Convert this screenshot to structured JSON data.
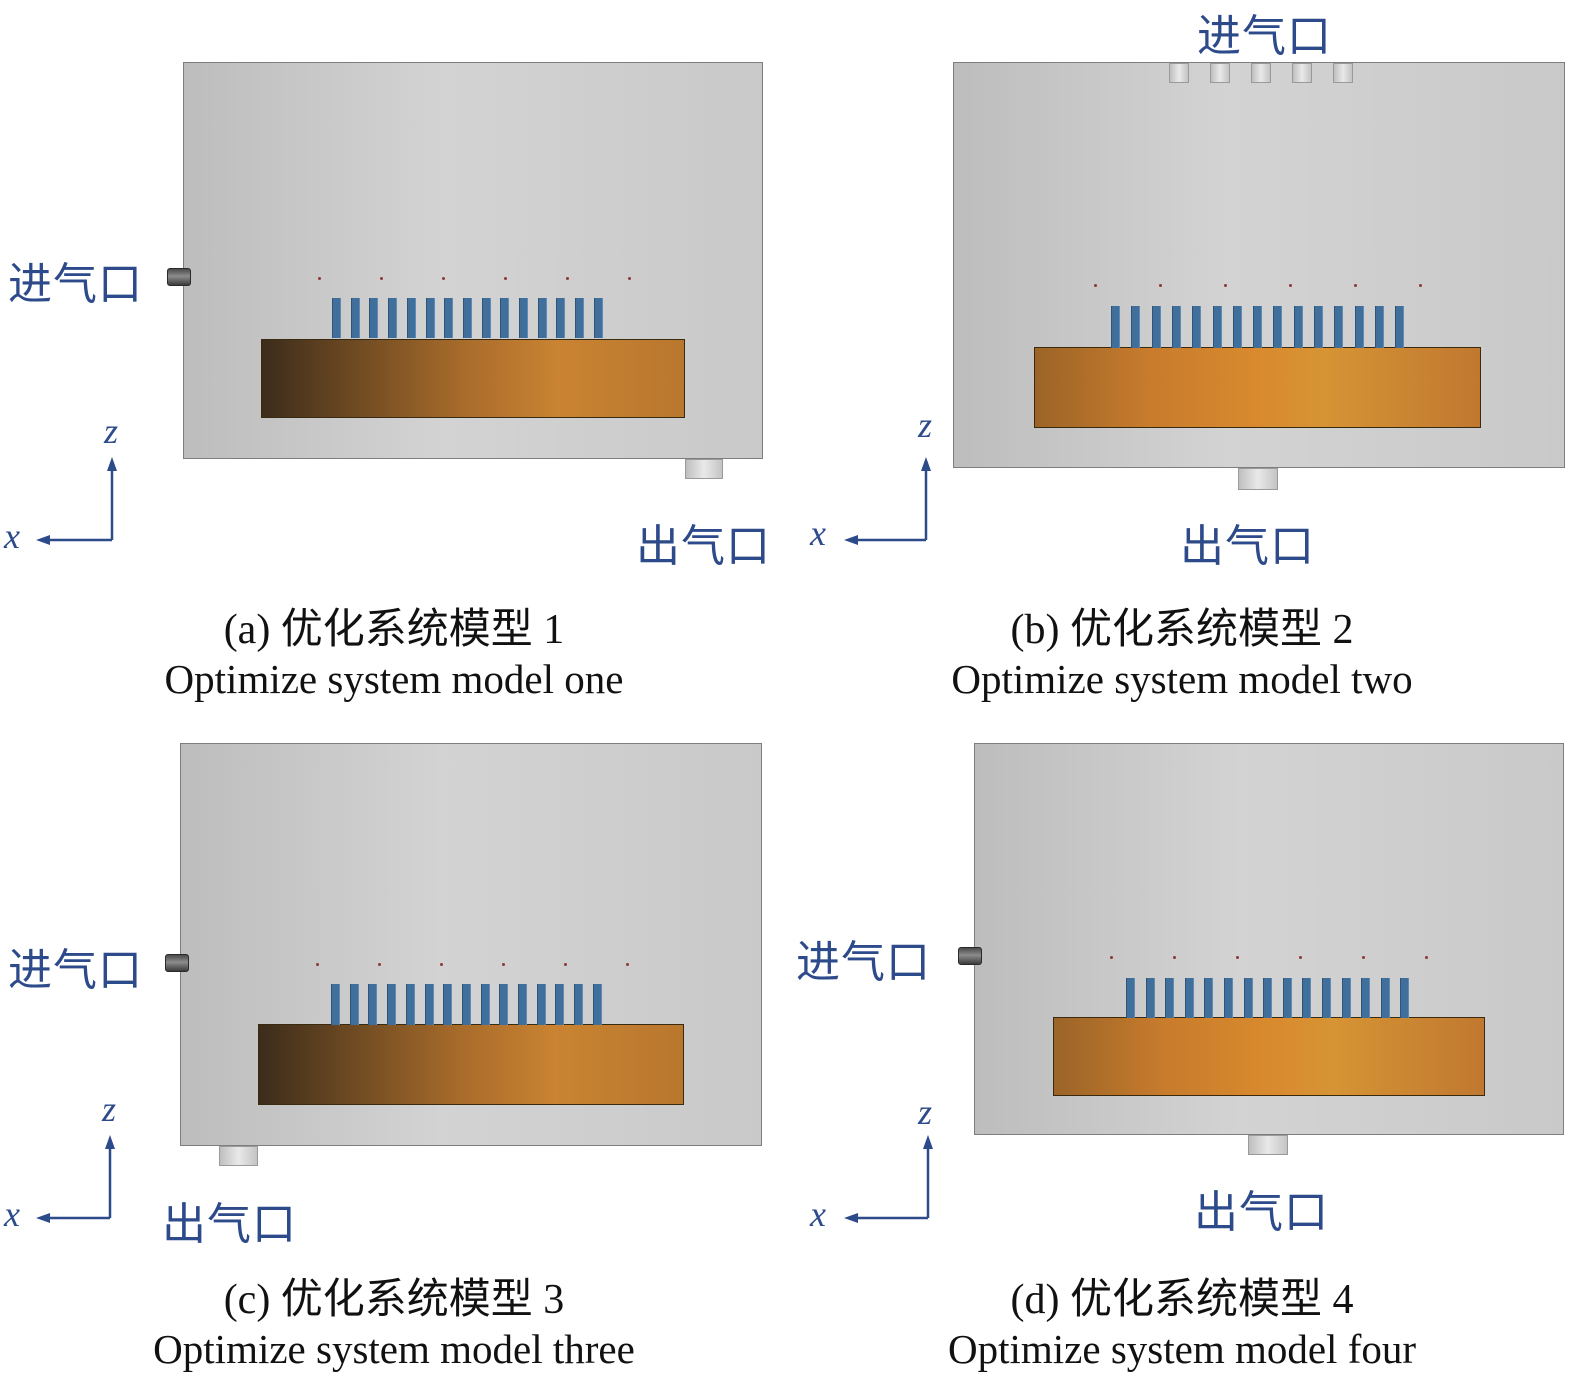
{
  "panels": [
    {
      "caption_cn": "(a) 优化系统模型 1",
      "caption_en": "Optimize system model one",
      "inlet_label": "进气口",
      "outlet_label": "出气口",
      "axis": {
        "x": "x",
        "z": "z"
      }
    },
    {
      "caption_cn": "(b) 优化系统模型 2",
      "caption_en": "Optimize system model two",
      "inlet_label": "进气口",
      "outlet_label": "出气口",
      "axis": {
        "x": "x",
        "z": "z"
      }
    },
    {
      "caption_cn": "(c) 优化系统模型 3",
      "caption_en": "Optimize system model three",
      "inlet_label": "进气口",
      "outlet_label": "出气口",
      "axis": {
        "x": "x",
        "z": "z"
      }
    },
    {
      "caption_cn": "(d) 优化系统模型 4",
      "caption_en": "Optimize system model four",
      "inlet_label": "进气口",
      "outlet_label": "出气口",
      "axis": {
        "x": "x",
        "z": "z"
      }
    }
  ],
  "colors": {
    "fin": "#3f6f9a",
    "label": "#2d4a8a",
    "chamber": "#c8c8c8",
    "plate": "#c98332"
  }
}
